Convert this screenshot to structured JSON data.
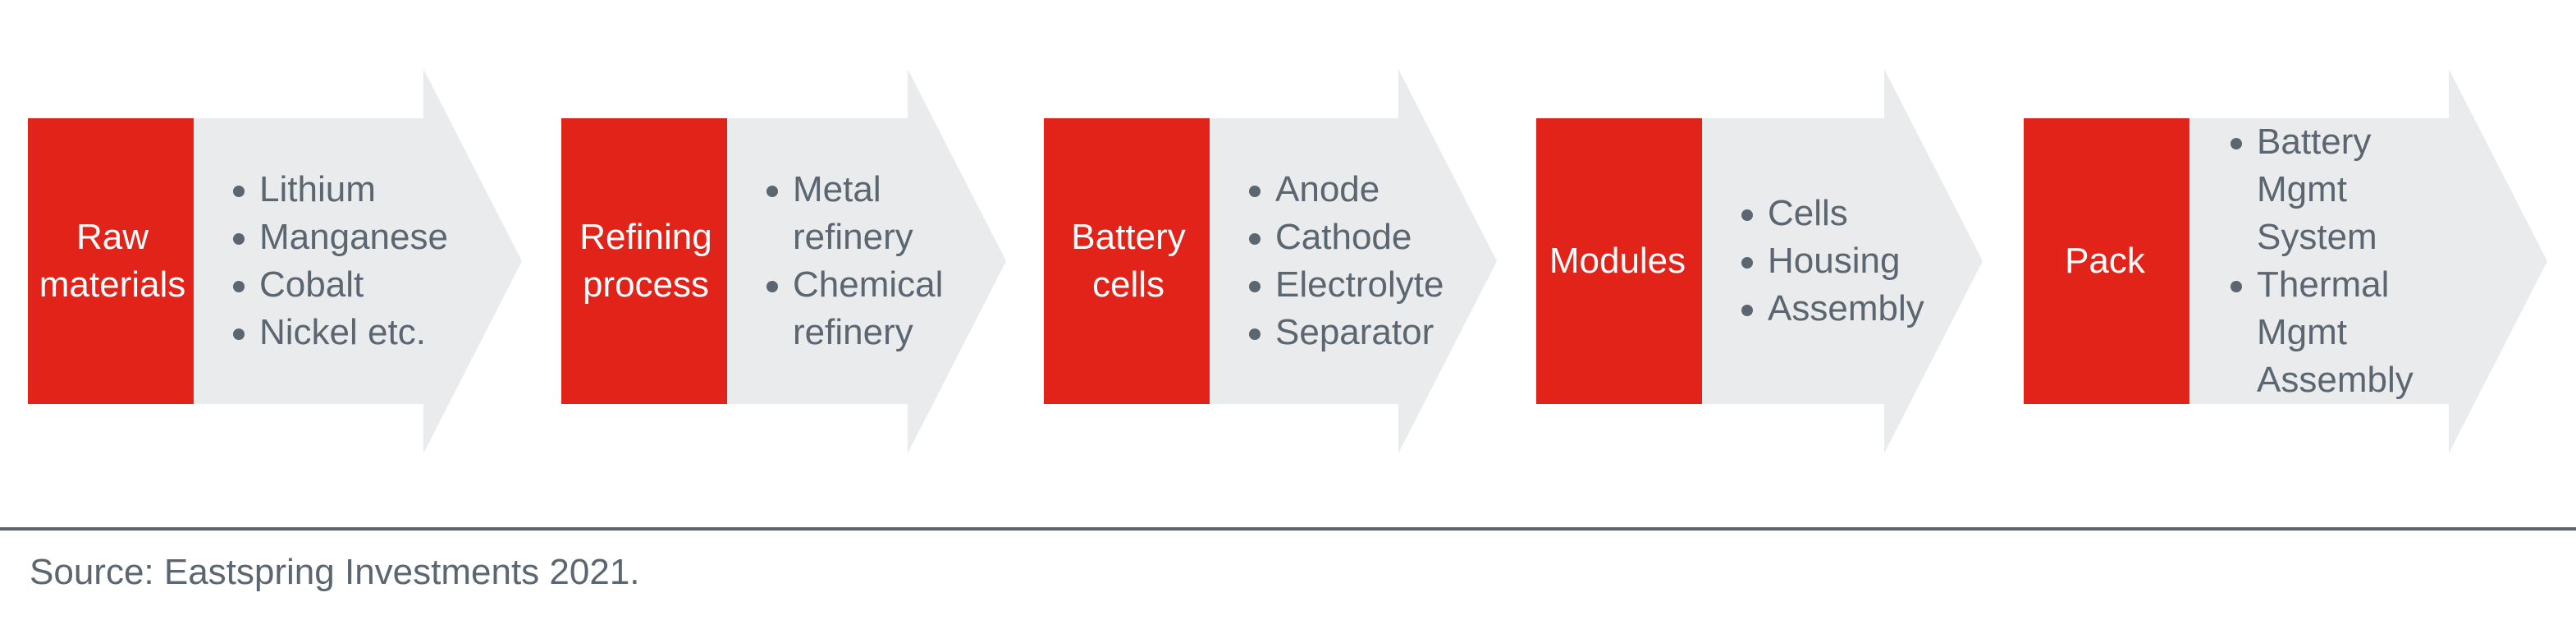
{
  "colors": {
    "red": "#e2231a",
    "arrow": "#eaebed",
    "text": "#5b6670"
  },
  "stages": [
    {
      "label": "Raw materials",
      "items": [
        "Lithium",
        "Manganese",
        "Cobalt",
        "Nickel etc."
      ]
    },
    {
      "label": "Refining process",
      "items": [
        "Metal refinery",
        "Chemical refinery"
      ]
    },
    {
      "label": "Battery cells",
      "items": [
        "Anode",
        "Cathode",
        "Electrolyte",
        "Separator"
      ]
    },
    {
      "label": "Modules",
      "items": [
        "Cells",
        "Housing",
        "Assembly"
      ]
    },
    {
      "label": "Pack",
      "items": [
        "Battery Mgmt System",
        "Thermal Mgmt Assembly"
      ]
    }
  ],
  "source": "Source: Eastspring Investments 2021."
}
